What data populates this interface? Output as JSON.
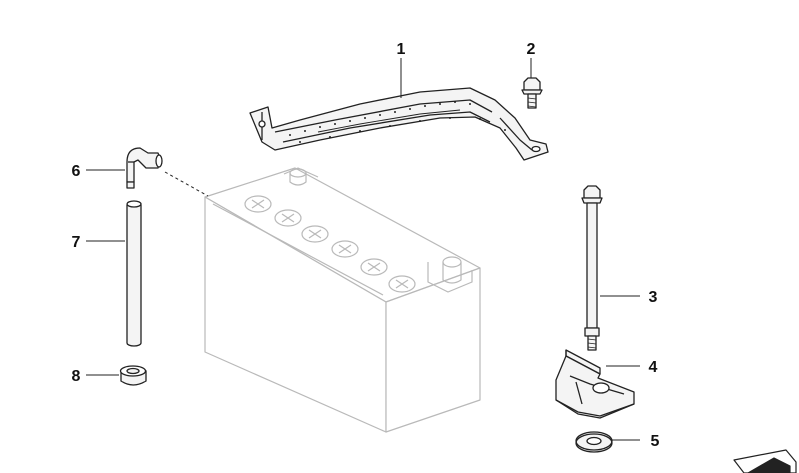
{
  "callouts": {
    "c1": "1",
    "c2": "2",
    "c3": "3",
    "c4": "4",
    "c5": "5",
    "c6": "6",
    "c7": "7",
    "c8": "8"
  },
  "colors": {
    "outline": "#222222",
    "battery_outline": "#b9b9b9",
    "part_fill": "#f4f4f4",
    "background": "#ffffff"
  },
  "icons": {
    "corner": "arrow-tab-icon"
  }
}
